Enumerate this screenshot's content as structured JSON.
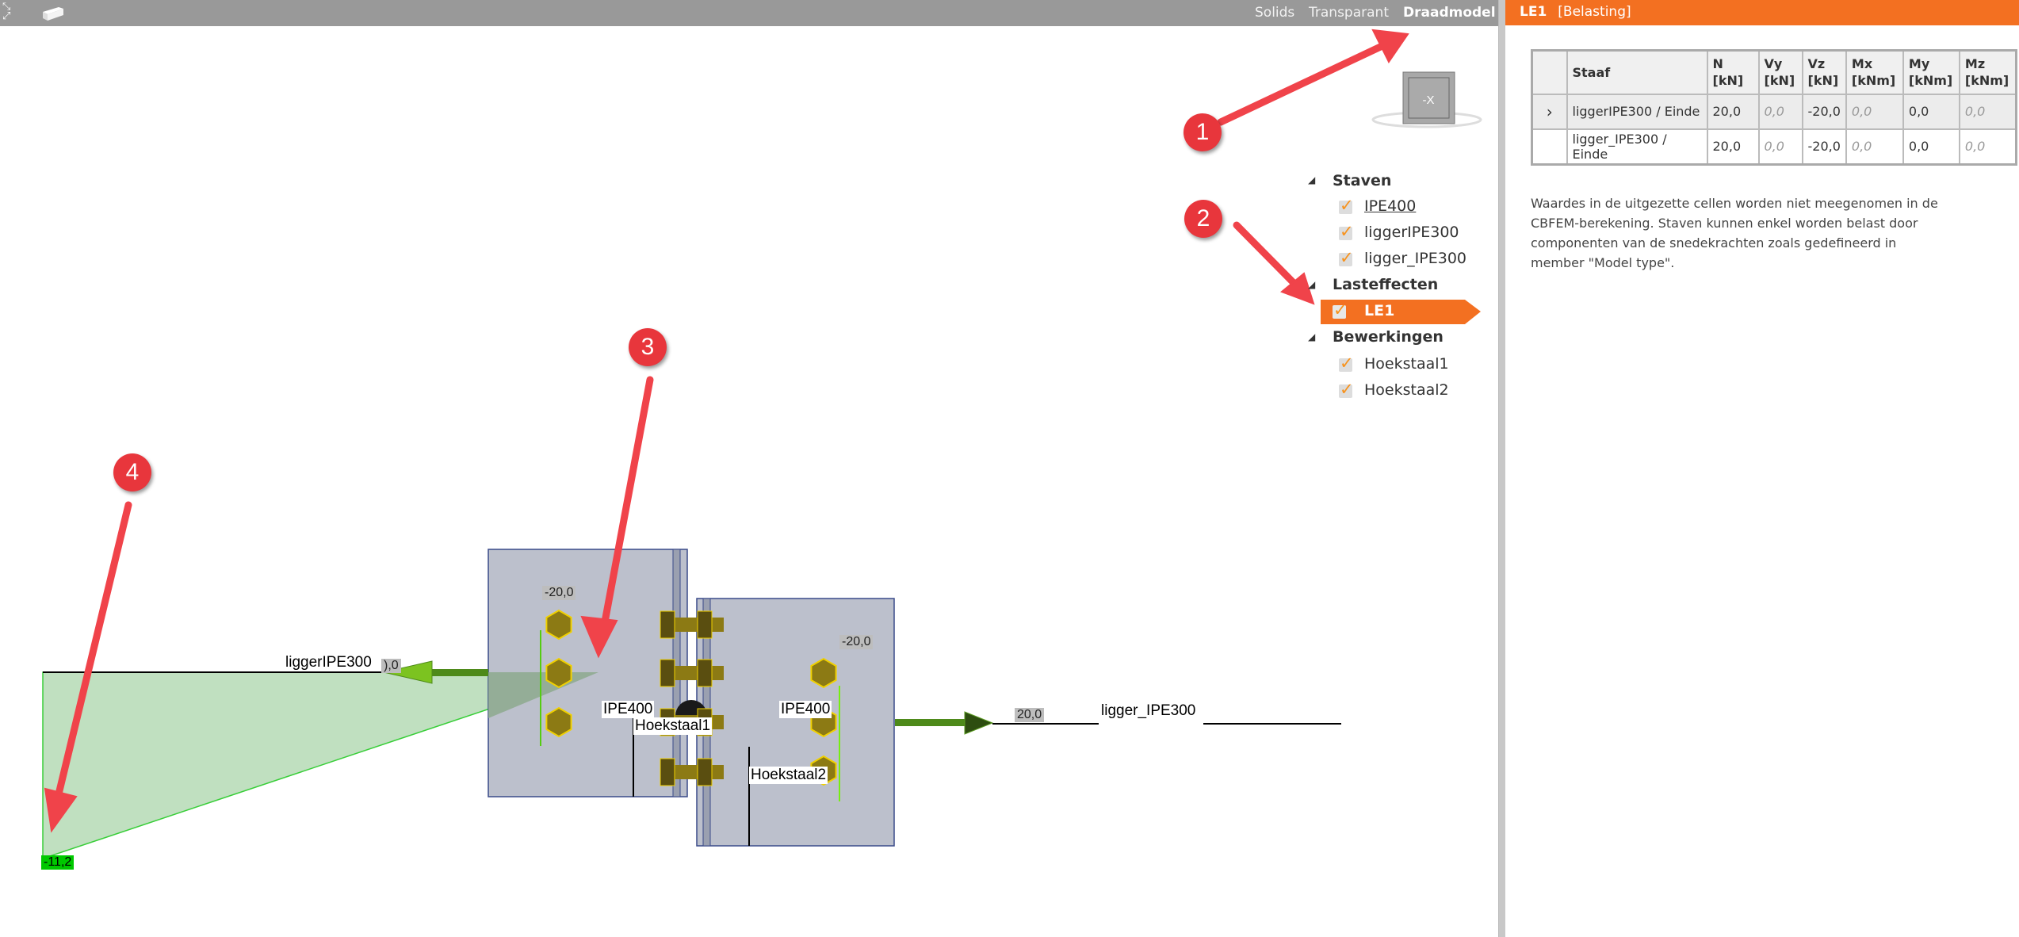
{
  "toolbar": {
    "modes": [
      "Solids",
      "Transparant",
      "Draadmodel"
    ],
    "active_mode": "Draadmodel",
    "icons": [
      "expand-icon",
      "cube-icon"
    ]
  },
  "view_cube": {
    "label": "-X"
  },
  "tree": {
    "groups": [
      {
        "label": "Staven",
        "items": [
          "IPE400",
          "liggerIPE300",
          "ligger_IPE300"
        ]
      },
      {
        "label": "Lasteffecten",
        "items": [
          "LE1"
        ]
      },
      {
        "label": "Bewerkingen",
        "items": [
          "Hoekstaal1",
          "Hoekstaal2"
        ]
      }
    ],
    "selected": "LE1"
  },
  "scene": {
    "labels": {
      "member_left": "liggerIPE300",
      "member_right": "ligger_IPE300",
      "plate_left": "IPE400",
      "plate_right": "IPE400",
      "angle1": "Hoekstaal1",
      "angle2": "Hoekstaal2"
    },
    "values": {
      "left_plate": "-20,0",
      "right_plate": "-20,0",
      "left_force": "),0",
      "right_force": "20,0",
      "diagram_min": "-11,2"
    },
    "colors": {
      "plate": "#bcc0cc",
      "bolt": "#8c7a14",
      "diagram": "#bddfbd",
      "force_arrow": "#4e8a1a"
    }
  },
  "annotations": [
    "1",
    "2",
    "3",
    "4"
  ],
  "panel": {
    "title": "LE1",
    "subtitle": "[Belasting]",
    "accent": "#f37021",
    "table": {
      "headers": [
        [
          "",
          ""
        ],
        [
          "Staaf",
          ""
        ],
        [
          "N",
          "[kN]"
        ],
        [
          "Vy",
          "[kN]"
        ],
        [
          "Vz",
          "[kN]"
        ],
        [
          "Mx",
          "[kNm]"
        ],
        [
          "My",
          "[kNm]"
        ],
        [
          "Mz",
          "[kNm]"
        ]
      ],
      "rows": [
        {
          "staaf": "liggerIPE300 / Einde",
          "N": "20,0",
          "Vy": "0,0",
          "Vz": "-20,0",
          "Mx": "0,0",
          "My": "0,0",
          "Mz": "0,0"
        },
        {
          "staaf": "ligger_IPE300 / Einde",
          "N": "20,0",
          "Vy": "0,0",
          "Vz": "-20,0",
          "Mx": "0,0",
          "My": "0,0",
          "Mz": "0,0"
        }
      ]
    },
    "note": "Waardes in de uitgezette cellen worden niet meegenomen in de CBFEM-berekening. Staven kunnen enkel worden belast door componenten van de snedekrachten zoals gedefineerd in member \"Model type\"."
  }
}
